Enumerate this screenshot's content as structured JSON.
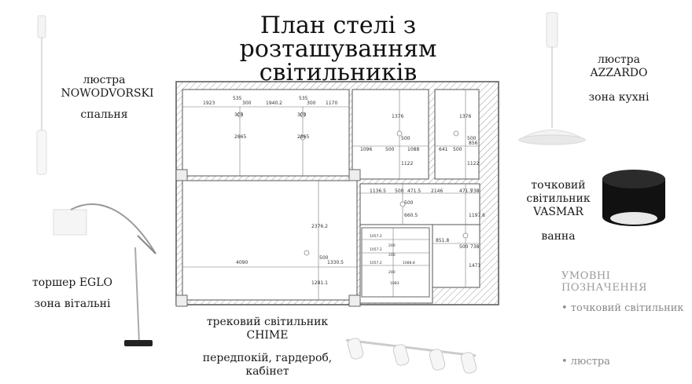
{
  "title_line1": "План стелі з розташуванням",
  "title_line2": "світильників",
  "left_pendant": {
    "name": "люстра NOWODVORSKI",
    "room": "спальня"
  },
  "floor_lamp": {
    "name": "торшер EGLO",
    "room": "зона вітальні"
  },
  "track_light": {
    "name_line1": "трековий світильник",
    "name_line2": "CHIME",
    "rooms_line1": "передпокій, гардероб,",
    "rooms_line2": "кабінет"
  },
  "right_pendant": {
    "name_line1": "люстра",
    "name_line2": "AZZARDO",
    "room": "зона кухні"
  },
  "spot_light": {
    "name_line1": "точковий",
    "name_line2": "світильник",
    "name_line3": "VASMAR",
    "room": "ванна"
  },
  "legend": {
    "header": "УМОВНІ ПОЗНАЧЕННЯ",
    "item_spot": "• точковий світильник",
    "item_chandelier": "• люстра"
  },
  "dimensions": {
    "d1923": "1923",
    "d535a": "535",
    "d300a": "300",
    "d1940": "1940.2",
    "d535b": "535",
    "d300b": "300",
    "d1170": "1170",
    "d300v1": "300",
    "d300v2": "300",
    "d2865a": "2865",
    "d2865b": "2865",
    "d1376a": "1376",
    "d500a": "500",
    "d1096": "1096",
    "d500b": "500",
    "d1088": "1088",
    "d1122a": "1122",
    "d1376b": "1376",
    "d500c": "500",
    "d641": "641",
    "d500d": "500",
    "d856": "856",
    "d1122b": "1122",
    "d1136": "1136.5",
    "d500e": "500",
    "d471a": "471.5",
    "d2146": "2146",
    "d471b": "471.5",
    "d738a": "738",
    "d500f": "500",
    "d660": "660.5",
    "d1197": "1197.6",
    "d2376": "2376.2",
    "d4090": "4090",
    "d500g": "500",
    "d1330": "1330.5",
    "d1281": "1281.1",
    "d851": "851.8",
    "d500h": "500",
    "d738b": "738",
    "d1471": "1471",
    "d1057a": "1057.2",
    "d1057b": "1057.2",
    "d1057c": "1057.2",
    "d1088b": "1088.8",
    "d200a": "200",
    "d200b": "200",
    "d200c": "200",
    "d1083": "1083"
  }
}
